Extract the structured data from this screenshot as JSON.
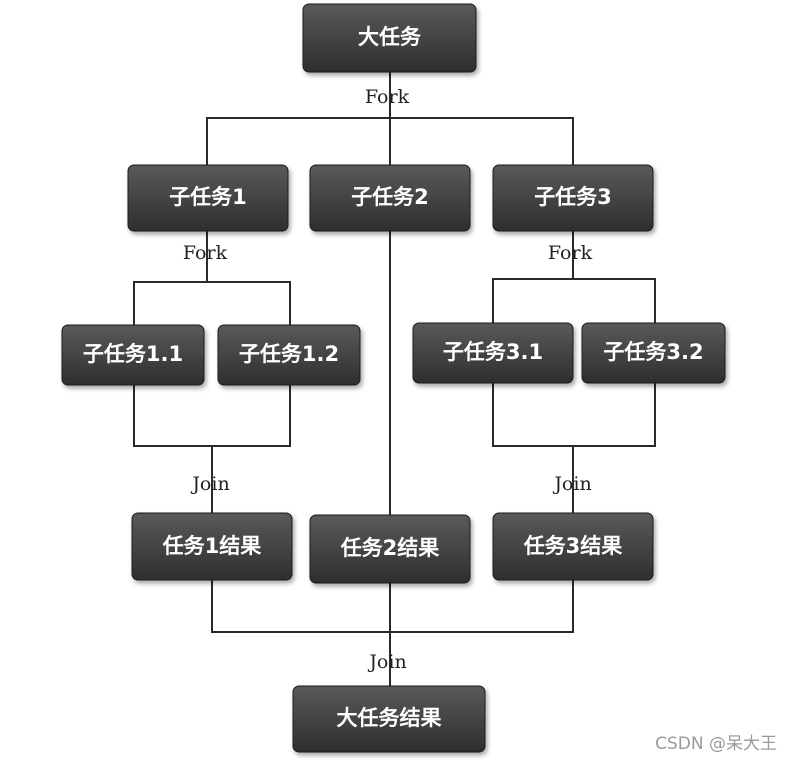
{
  "nodes": {
    "big_task": "大任务",
    "sub1": "子任务1",
    "sub2": "子任务2",
    "sub3": "子任务3",
    "sub1_1": "子任务1.1",
    "sub1_2": "子任务1.2",
    "sub3_1": "子任务3.1",
    "sub3_2": "子任务3.2",
    "res1": "任务1结果",
    "res2": "任务2结果",
    "res3": "任务3结果",
    "big_result": "大任务结果"
  },
  "labels": {
    "fork_top": "Fork",
    "fork_left": "Fork",
    "fork_right": "Fork",
    "join_left": "Join",
    "join_right": "Join",
    "join_bottom": "Join"
  },
  "watermark": "CSDN @呆大王"
}
